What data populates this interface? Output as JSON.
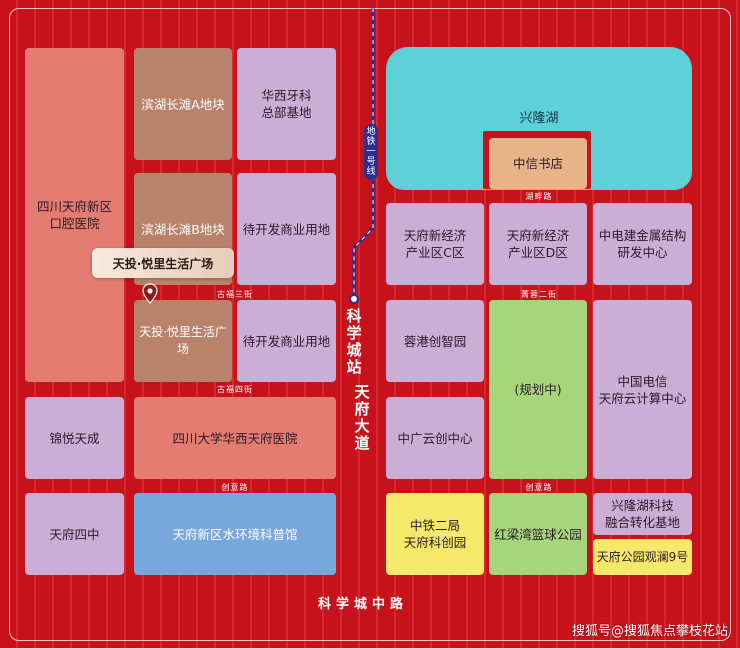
{
  "blocks": {
    "kouqiang": "四川天府新区\n口腔医院",
    "binhu_a": "滨湖长滩A地块",
    "huaxi_dental": "华西牙科\n总部基地",
    "binhu_b": "滨湖长滩B地块",
    "commercial_1": "待开发商业用地",
    "yueli_plaza": "天投·悦里生活广场",
    "commercial_2": "待开发商业用地",
    "jinyue": "锦悦天成",
    "huaxi_hospital": "四川大学华西天府医院",
    "tianfu_no4": "天府四中",
    "water_museum": "天府新区水环境科普馆",
    "xinglong_lake": "兴隆湖",
    "citic_books": "中信书店",
    "zone_c": "天府新经济\n产业区C区",
    "zone_d": "天府新经济\n产业区D区",
    "crec": "中电建金属结构\n研发中心",
    "ronggang": "蓉港创智园",
    "planned": "(规划中)",
    "telecom": "中国电信\n天府云计算中心",
    "zhongguang": "中广云创中心",
    "crec2": "中铁二局\n天府科创园",
    "hongliang": "红梁湾篮球公园",
    "xinglong_tech": "兴隆湖科技\n融合转化基地",
    "park_no9": "天府公园观澜9号"
  },
  "roads": {
    "gufu3": "古福三街",
    "gufu4": "古福四街",
    "chuangyi_left": "创意路",
    "hupan": "湖畔路",
    "qingrong2": "菁蓉二街",
    "chuangyi_right": "创意路",
    "tianfu_avenue": "天府大道",
    "kexuecheng_mid": "科学城中路"
  },
  "metro": {
    "line": "地铁一号线",
    "station": "科学城站"
  },
  "callout": "天投·悦里生活广场",
  "watermark": "搜狐号@搜狐焦点攀枝花站",
  "colors": {
    "background": "#c8121b",
    "lilac": "#cbaed6",
    "salmon": "#e47c72",
    "tan": "#b9826a",
    "blue": "#78a7dd",
    "cyan": "#5fcfd8",
    "green": "#a6d67a",
    "yellow": "#f4e96a",
    "peach": "#e6b487",
    "metro": "#2d2f90"
  },
  "icons": {
    "pin": "location-pin-icon"
  }
}
